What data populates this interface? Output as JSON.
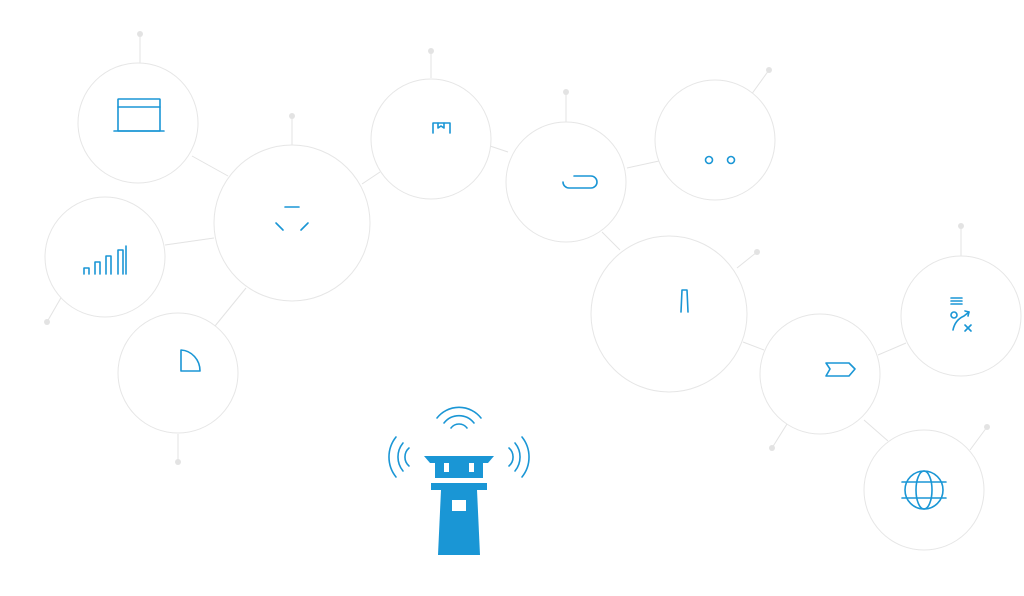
{
  "colors": {
    "accent": "#1a96d5",
    "node_outline": "#e6e6e6",
    "connector": "#e3e3e3",
    "background": "#ffffff"
  },
  "nodes": [
    {
      "id": "browser-window",
      "icon": "browser-window-icon"
    },
    {
      "id": "bar-chart",
      "icon": "bar-chart-icon"
    },
    {
      "id": "pie-slice",
      "icon": "pie-slice-icon"
    },
    {
      "id": "triangle-nodes",
      "icon": "triangle-nodes-icon"
    },
    {
      "id": "package",
      "icon": "package-box-icon"
    },
    {
      "id": "oval-link",
      "icon": "oval-link-icon"
    },
    {
      "id": "two-dots",
      "icon": "two-dots-icon"
    },
    {
      "id": "tall-shape",
      "icon": "tall-shape-icon"
    },
    {
      "id": "tag-arrow",
      "icon": "tag-arrow-icon"
    },
    {
      "id": "game-plan",
      "icon": "game-plan-strategy-icon"
    },
    {
      "id": "globe",
      "icon": "globe-icon"
    }
  ],
  "central_icon": "control-tower-broadcast-icon"
}
